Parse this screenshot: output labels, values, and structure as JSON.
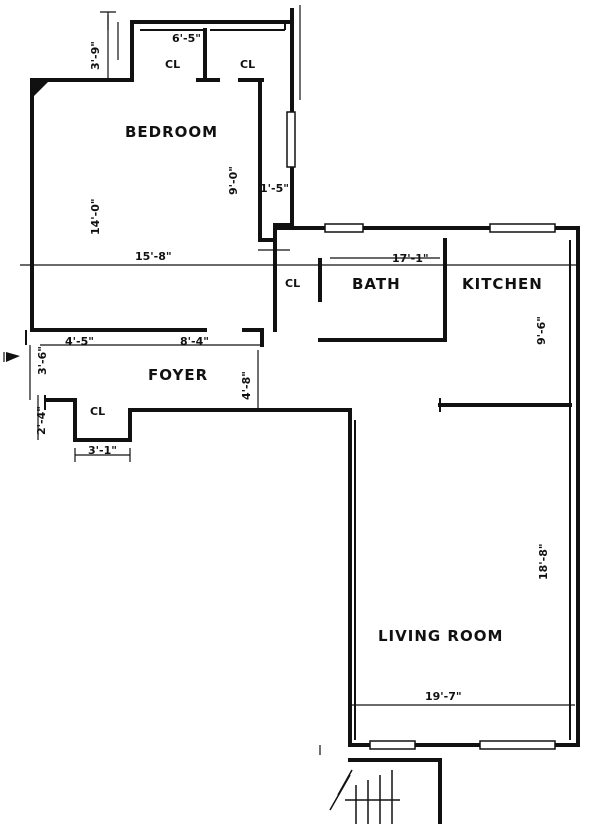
{
  "rooms": {
    "bedroom": "BEDROOM",
    "bath": "BATH",
    "kitchen": "KITCHEN",
    "foyer": "FOYER",
    "living_room": "LIVING ROOM",
    "closet_1": "CL",
    "closet_2": "CL",
    "closet_3": "CL",
    "closet_4": "CL"
  },
  "dimensions": {
    "closet_top_width": "6'-5\"",
    "closet_top_depth": "3'-9\"",
    "bedroom_height": "14'-0\"",
    "bedroom_width": "15'-8\"",
    "bedroom_right_wall": "9'-0\"",
    "bedroom_step": "1'-5\"",
    "bath_kitchen_width": "17'-1\"",
    "kitchen_depth": "9'-6\"",
    "foyer_left": "4'-5\"",
    "foyer_right": "8'-4\"",
    "foyer_depth": "4'-8\"",
    "foyer_left_depth": "3'-6\"",
    "closet_small_depth": "2'-4\"",
    "closet_small_width": "3'-1\"",
    "living_height": "18'-8\"",
    "living_width": "19'-7\""
  },
  "north_arrow": "north-arrow"
}
